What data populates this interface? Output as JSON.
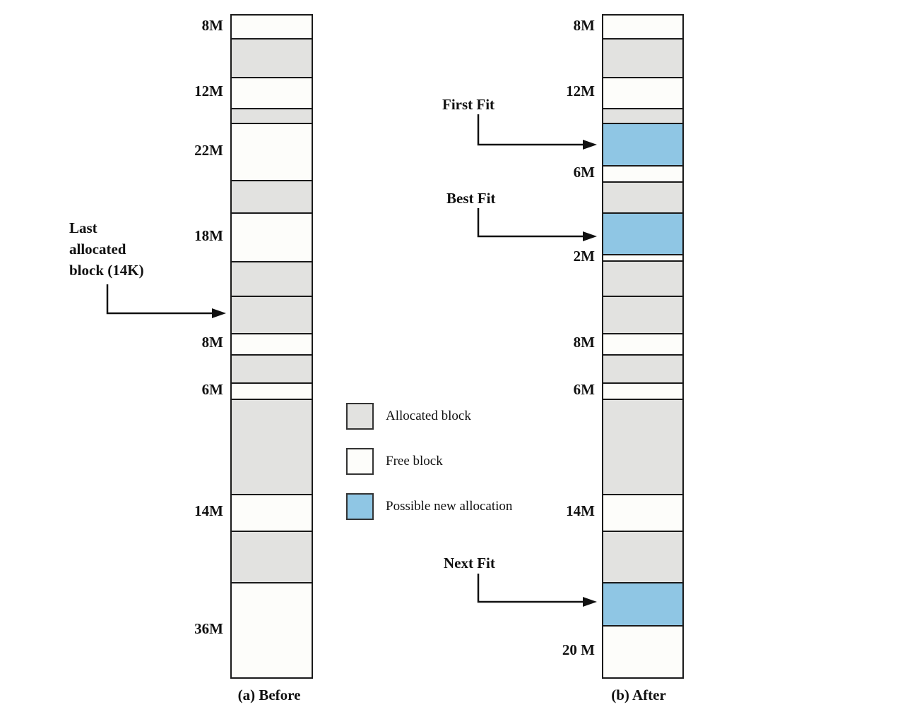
{
  "colors": {
    "allocated": "#e2e2e0",
    "free": "#fdfdfa",
    "new_allocation": "#8fc6e4",
    "border": "#1a1a1a"
  },
  "before_column": {
    "caption": "(a) Before",
    "blocks": [
      {
        "type": "free",
        "h": 32,
        "label": "8M"
      },
      {
        "type": "allocated",
        "h": 55
      },
      {
        "type": "free",
        "h": 44,
        "label": "12M"
      },
      {
        "type": "allocated",
        "h": 21
      },
      {
        "type": "free",
        "h": 81,
        "label": "22M"
      },
      {
        "type": "allocated",
        "h": 46
      },
      {
        "type": "free",
        "h": 69,
        "label": "18M"
      },
      {
        "type": "allocated",
        "h": 49
      },
      {
        "type": "allocated",
        "h": 53,
        "name": "last-allocated-block"
      },
      {
        "type": "free",
        "h": 30,
        "label": "8M"
      },
      {
        "type": "allocated",
        "h": 40
      },
      {
        "type": "free",
        "h": 23,
        "label": "6M"
      },
      {
        "type": "allocated",
        "h": 135
      },
      {
        "type": "free",
        "h": 52,
        "label": "14M"
      },
      {
        "type": "allocated",
        "h": 73
      },
      {
        "type": "free",
        "h": 135,
        "label": "36M"
      }
    ]
  },
  "after_column": {
    "caption": "(b) After",
    "blocks": [
      {
        "type": "free",
        "h": 32,
        "label": "8M"
      },
      {
        "type": "allocated",
        "h": 55
      },
      {
        "type": "free",
        "h": 44,
        "label": "12M"
      },
      {
        "type": "allocated",
        "h": 21
      },
      {
        "type": "new",
        "h": 60,
        "name": "first-fit-allocation"
      },
      {
        "type": "free",
        "h": 23,
        "label": "6M"
      },
      {
        "type": "allocated",
        "h": 44
      },
      {
        "type": "new",
        "h": 59,
        "name": "best-fit-allocation"
      },
      {
        "type": "free",
        "h": 9,
        "label": "2M"
      },
      {
        "type": "allocated",
        "h": 50
      },
      {
        "type": "allocated",
        "h": 53
      },
      {
        "type": "free",
        "h": 30,
        "label": "8M"
      },
      {
        "type": "allocated",
        "h": 40
      },
      {
        "type": "free",
        "h": 23,
        "label": "6M"
      },
      {
        "type": "allocated",
        "h": 135
      },
      {
        "type": "free",
        "h": 52,
        "label": "14M"
      },
      {
        "type": "allocated",
        "h": 73
      },
      {
        "type": "new",
        "h": 61,
        "name": "next-fit-allocation"
      },
      {
        "type": "free",
        "h": 74,
        "label": "20 M"
      }
    ]
  },
  "annotations": {
    "last_allocated": "Last\nallocated\nblock (14K)",
    "first_fit": "First Fit",
    "best_fit": "Best Fit",
    "next_fit": "Next Fit"
  },
  "legend": {
    "items": [
      {
        "type": "allocated",
        "label": "Allocated block"
      },
      {
        "type": "free",
        "label": "Free block"
      },
      {
        "type": "new",
        "label": "Possible new allocation"
      }
    ]
  }
}
